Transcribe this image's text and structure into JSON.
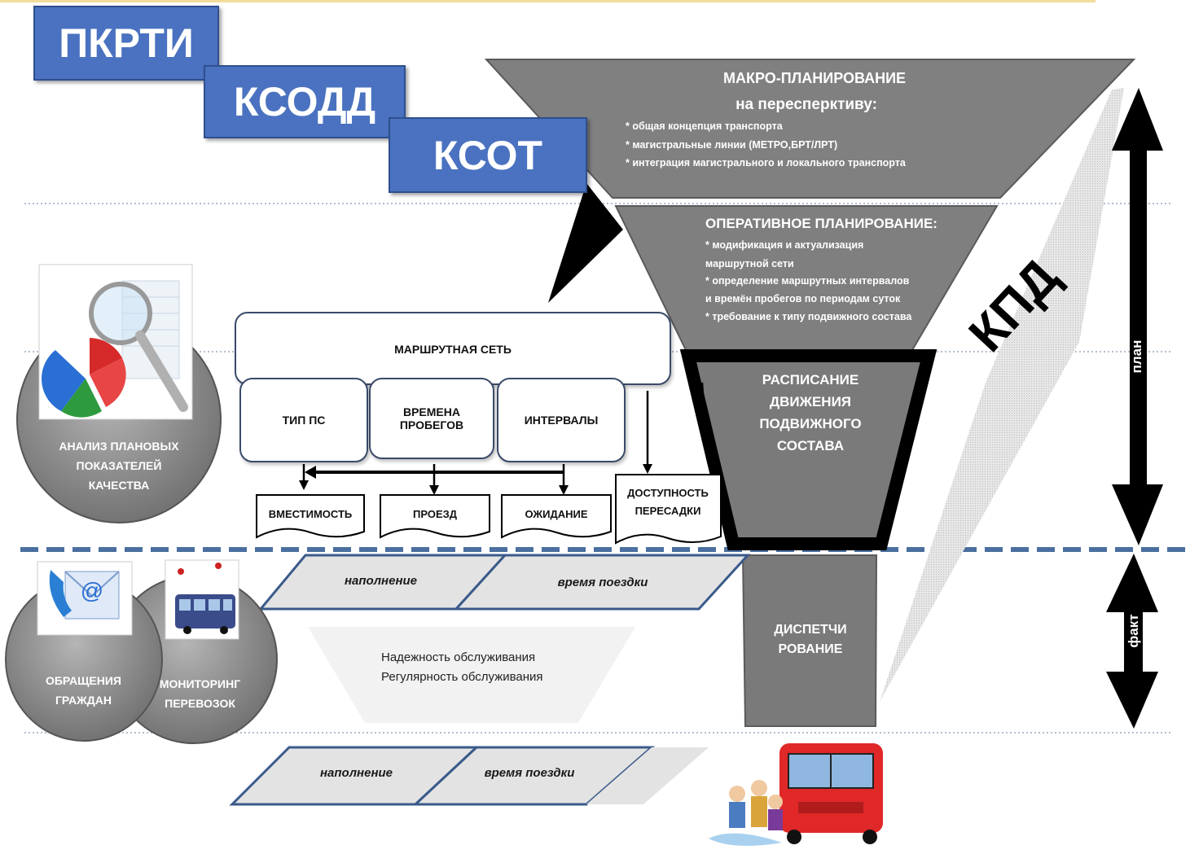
{
  "tags": [
    "ПКРТИ",
    "КСОДД",
    "КСОТ"
  ],
  "funnel": {
    "macro": {
      "title": "МАКРО-ПЛАНИРОВАНИЕ",
      "subtitle": "на пересперктиву:",
      "items": [
        "* общая концепция транспорта",
        "* магистральные линии (МЕТРО,БРТ/ЛРТ)",
        "* интеграция магистрального и локального транспорта"
      ]
    },
    "operative": {
      "title": "ОПЕРАТИВНОЕ ПЛАНИРОВАНИЕ:",
      "items": [
        "* модификация и актуализация",
        "маршрутной сети",
        "* определение маршрутных интервалов",
        "и времён пробегов по периодам суток",
        "* требование к типу подвижного состава"
      ]
    },
    "schedule": [
      "РАСПИСАНИЕ",
      "ДВИЖЕНИЯ",
      "ПОДВИЖНОГО",
      "СОСТАВА"
    ],
    "dispatch": [
      "ДИСПЕТЧИ",
      "РОВАНИЕ"
    ]
  },
  "kpd": "КПД",
  "axis": {
    "plan": "план",
    "fact": "факт"
  },
  "route_net": {
    "title": "МАРШРУТНАЯ СЕТЬ",
    "sub": [
      "ТИП ПС",
      "ВРЕМЕНА ПРОБЕГОВ",
      "ИНТЕРВАЛЫ"
    ],
    "docs": [
      "ВМЕСТИМОСТЬ",
      "ПРОЕЗД",
      "ОЖИДАНИЕ",
      "ДОСТУПНОСТЬ ПЕРЕСАДКИ"
    ]
  },
  "circles": {
    "analysis": "АНАЛИЗ ПЛАНОВЫХ ПОКАЗАТЕЛЕЙ КАЧЕСТВА",
    "appeals": "ОБРАЩЕНИЯ ГРАЖДАН",
    "monitoring": "МОНИТОРИНГ ПЕРЕВОЗОК"
  },
  "parallelograms_top": [
    "наполнение",
    "время поездки"
  ],
  "trapezoid": [
    "Надежность обслуживания",
    "Регулярность обслуживания"
  ],
  "parallelograms_bottom": [
    "наполнение",
    "время поездки"
  ],
  "colors": {
    "funnel": "#808080",
    "blue": "#4a72c0",
    "dark": "#000000",
    "circle": "#8a8a8a"
  }
}
